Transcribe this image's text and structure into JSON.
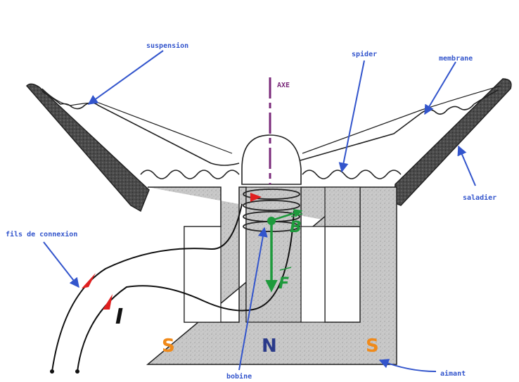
{
  "labels": {
    "suspension": "suspension",
    "spider": "spider",
    "membrane": "membrane",
    "saladier": "saladier",
    "fils_de_connexion": "fils de connexion",
    "bobine": "bobine",
    "aimant": "aimant",
    "axe": "AXE"
  },
  "vectors": {
    "field": "B",
    "force": "F"
  },
  "poles": {
    "left": "S",
    "center": "N",
    "right": "S"
  },
  "current": "I",
  "colors": {
    "label_blue": "#3355cc",
    "axis_purple": "#7a2a7a",
    "vector_green": "#1e9a3c",
    "arrow_red": "#e02020",
    "pole_south": "#f08a1a",
    "pole_north": "#2a3a8a",
    "magnet_gray": "#c8c8c8",
    "frame_dark": "#444444"
  }
}
